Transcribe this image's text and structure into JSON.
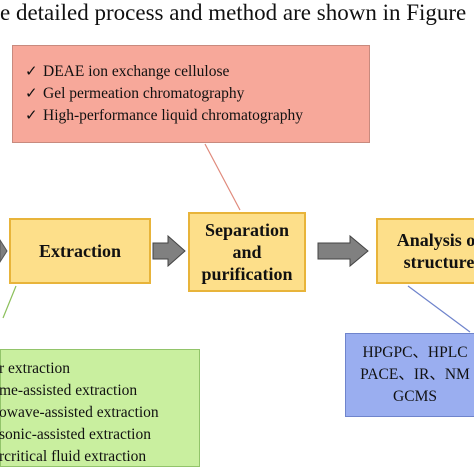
{
  "caption": "e detailed process and method are shown in Figure",
  "purification_methods": [
    "DEAE ion exchange cellulose",
    "Gel permeation chromatography",
    "High-performance liquid chromatography"
  ],
  "check_mark": "✓",
  "steps": {
    "extraction": "Extraction",
    "separation": "Separation and purification",
    "analysis": "Analysis of structure"
  },
  "extraction_methods": [
    "r extraction",
    "me-assisted extraction",
    "owave-assisted extraction",
    "sonic-assisted extraction",
    "rcritical fluid extraction"
  ],
  "analysis_methods": [
    "HPGPC、HPLC",
    "PACE、IR、NM",
    "GCMS"
  ],
  "colors": {
    "pink_box": "#f7a89a",
    "orange_box": "#fddf8a",
    "green_box": "#c9ef9f",
    "blue_box": "#9aaef0",
    "arrow": "#7f7f7f"
  }
}
